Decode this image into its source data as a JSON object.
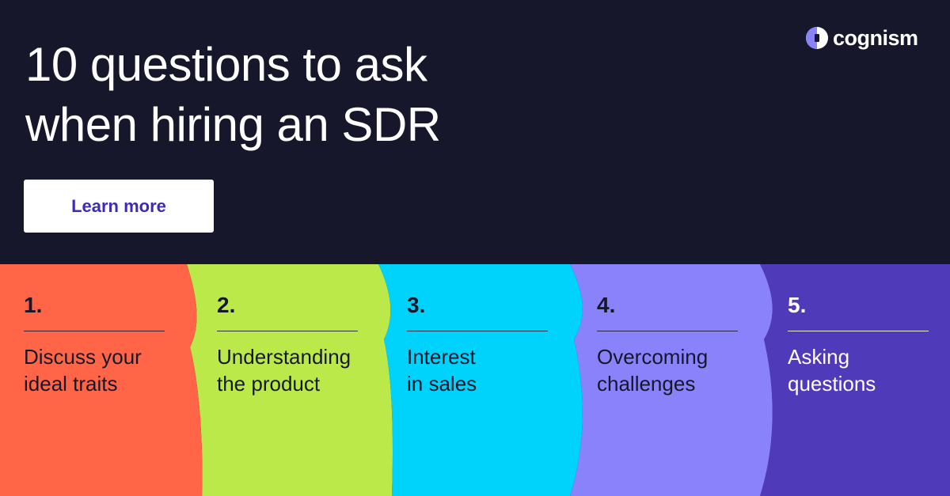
{
  "hero": {
    "headline_line1": "10 questions to ask",
    "headline_line2": "when hiring an SDR",
    "cta_label": "Learn more"
  },
  "brand": {
    "name": "cognism",
    "icon": "cognism-logo-icon"
  },
  "colors": {
    "background": "#16172b",
    "cta_text": "#3d2bb8",
    "step1": "#ff6546",
    "step2": "#bce94a",
    "step3": "#00d3fb",
    "step4": "#8a82fb",
    "step5": "#4f3ab9"
  },
  "steps": [
    {
      "number": "1.",
      "line1": "Discuss your",
      "line2": "ideal traits"
    },
    {
      "number": "2.",
      "line1": "Understanding",
      "line2": "the product"
    },
    {
      "number": "3.",
      "line1": "Interest",
      "line2": "in sales"
    },
    {
      "number": "4.",
      "line1": "Overcoming",
      "line2": "challenges"
    },
    {
      "number": "5.",
      "line1": "Asking",
      "line2": "questions"
    }
  ]
}
